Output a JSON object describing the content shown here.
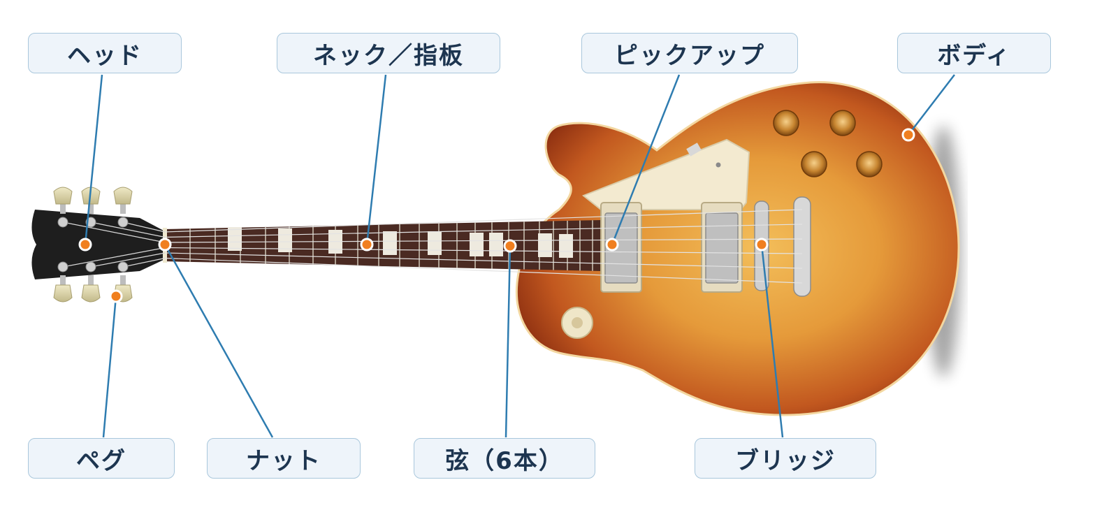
{
  "colors": {
    "leader_line": "#2e7cb0",
    "marker_dot": "#f07f1f",
    "label_bg": "#eef4fa",
    "label_border": "#a9c7dc",
    "label_text": "#1d3550",
    "body_center": "#f0b24a",
    "body_edge": "#8a2d10",
    "fretboard": "#4a2a22",
    "headstock": "#1e1e1e",
    "pickguard": "#f3ead0",
    "hardware": "#c8c8c8"
  },
  "labels": {
    "head": "ヘッド",
    "neck": "ネック／指板",
    "pickup": "ピックアップ",
    "body": "ボディ",
    "peg": "ペグ",
    "nut": "ナット",
    "strings": "弦（6本）",
    "bridge": "ブリッジ"
  }
}
